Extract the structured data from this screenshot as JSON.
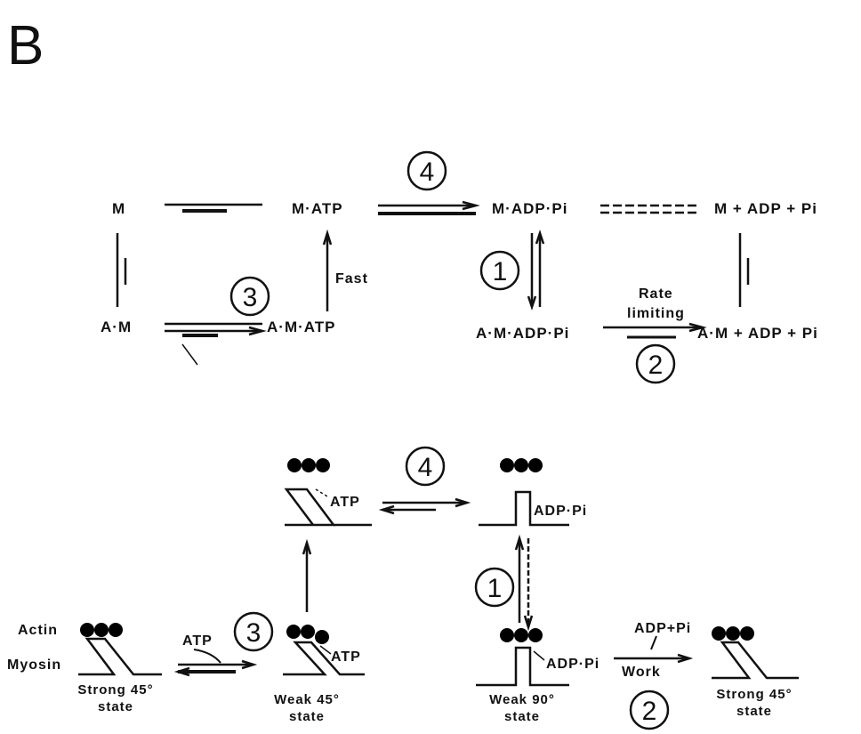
{
  "panel_label": "B",
  "scheme": {
    "species": {
      "m": "M",
      "m_atp": "M·ATP",
      "m_adp_pi": "M·ADP·Pi",
      "m_adp_pi_free": "M + ADP + Pi",
      "am": "A·M",
      "am_atp": "A·M·ATP",
      "am_adp_pi": "A·M·ADP·Pi",
      "am_adp_pi_free": "A·M + ADP + Pi"
    },
    "labels": {
      "fast": "Fast",
      "rate": "Rate",
      "limiting": "limiting"
    },
    "step_numbers": [
      "1",
      "2",
      "3",
      "4"
    ]
  },
  "cycle": {
    "labels": {
      "actin": "Actin",
      "myosin": "Myosin",
      "atp": "ATP",
      "adp_pi": "ADP·Pi",
      "adp_plus_pi": "ADP+Pi",
      "work": "Work"
    },
    "states": {
      "strong45_a": [
        "Strong 45°",
        "state"
      ],
      "weak45": [
        "Weak 45°",
        "state"
      ],
      "weak90": [
        "Weak 90°",
        "state"
      ],
      "strong45_b": [
        "Strong 45°",
        "state"
      ]
    }
  }
}
